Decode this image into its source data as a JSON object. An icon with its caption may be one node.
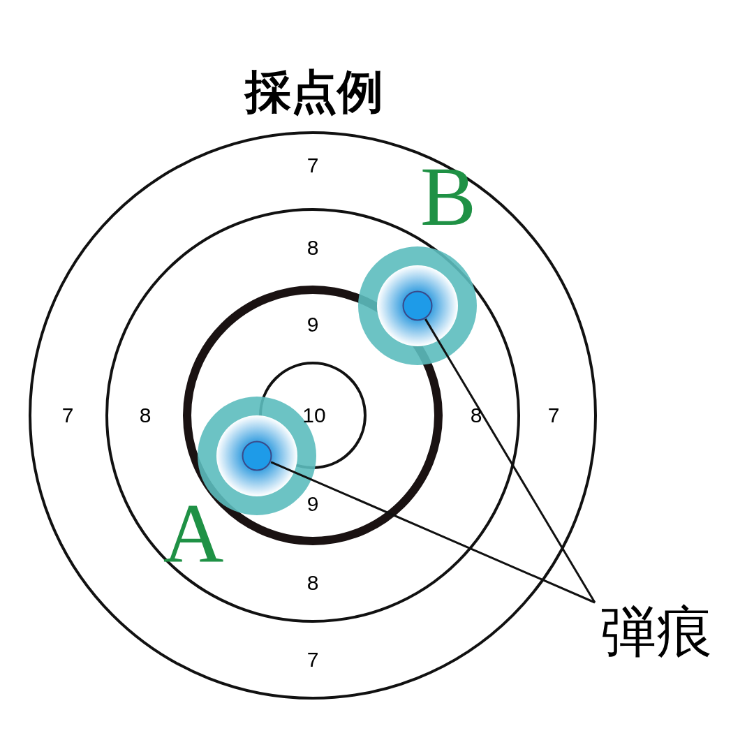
{
  "diagram": {
    "title": "採点例",
    "nodes": [
      {
        "text": [],
        "shape": "circle",
        "beside": [
          "B"
        ]
      },
      {
        "text": [],
        "shape": "circle",
        "beside": [
          "A"
        ]
      },
      {
        "text": [
          "弾痕"
        ]
      }
    ],
    "edges": [
      {
        "from": 2,
        "to": 1,
        "arrow": "none"
      },
      {
        "from": 2,
        "to": 0,
        "arrow": "none"
      }
    ],
    "labels": [
      "7",
      "8",
      "9",
      "7",
      "8",
      "10",
      "8",
      "7",
      "9",
      "8",
      "7"
    ]
  }
}
